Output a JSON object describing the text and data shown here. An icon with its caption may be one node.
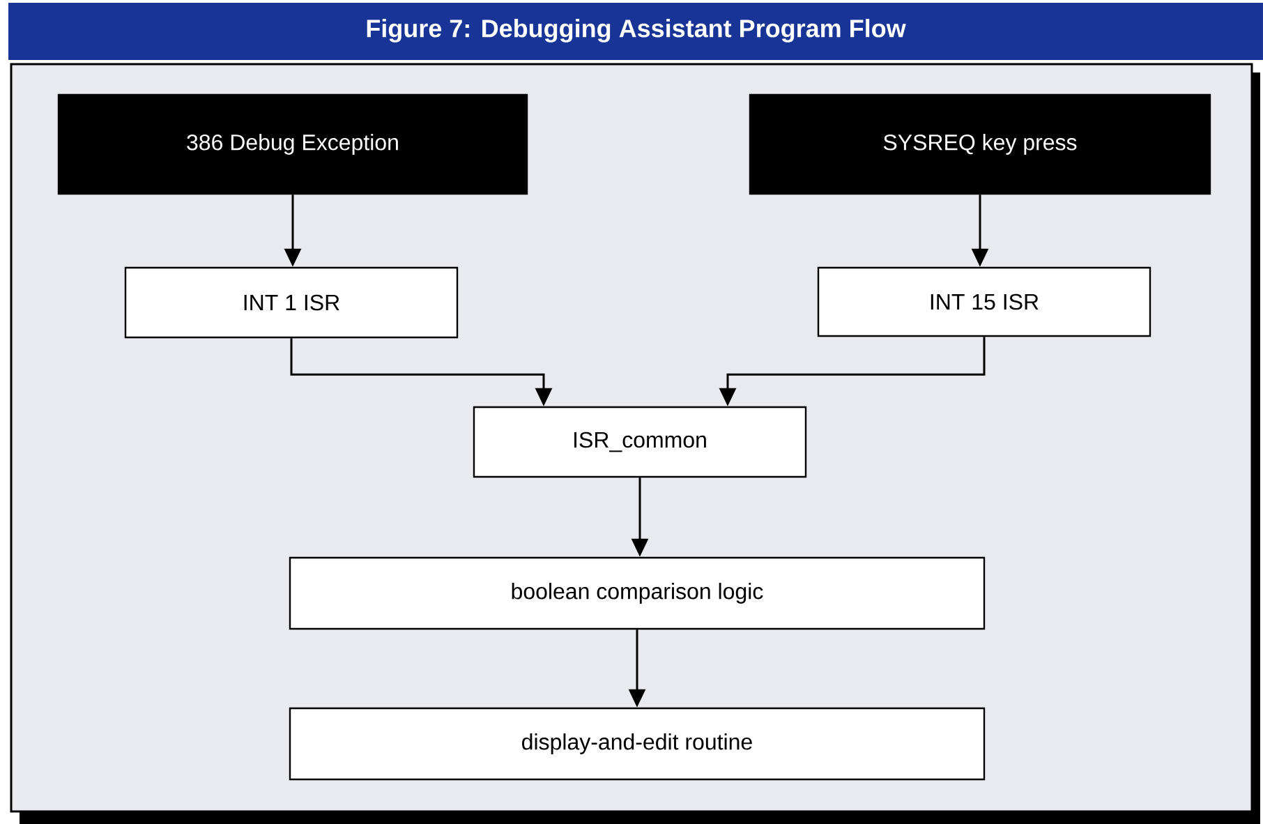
{
  "diagram": {
    "title": "Figure 7: Debugging Assistant Program Flow",
    "nodes": [
      {
        "text": [
          "386 Debug Exception"
        ]
      },
      {
        "text": [
          "SYSREQ key press"
        ]
      },
      {
        "text": [
          "INT 1 ISR"
        ]
      },
      {
        "text": [
          "INT 15 ISR"
        ]
      },
      {
        "text": [
          "ISR_common"
        ]
      },
      {
        "text": [
          "boolean comparison logic"
        ]
      },
      {
        "text": [
          "display-and-edit routine"
        ]
      }
    ],
    "edges": [
      {
        "from": 0,
        "to": 2,
        "arrow": "to"
      },
      {
        "from": 1,
        "to": 3,
        "arrow": "to"
      },
      {
        "from": 2,
        "to": 4,
        "arrow": "to"
      },
      {
        "from": 3,
        "to": 4,
        "arrow": "to"
      },
      {
        "from": 4,
        "to": 5,
        "arrow": "to"
      },
      {
        "from": 5,
        "to": 6,
        "arrow": "to"
      }
    ]
  }
}
